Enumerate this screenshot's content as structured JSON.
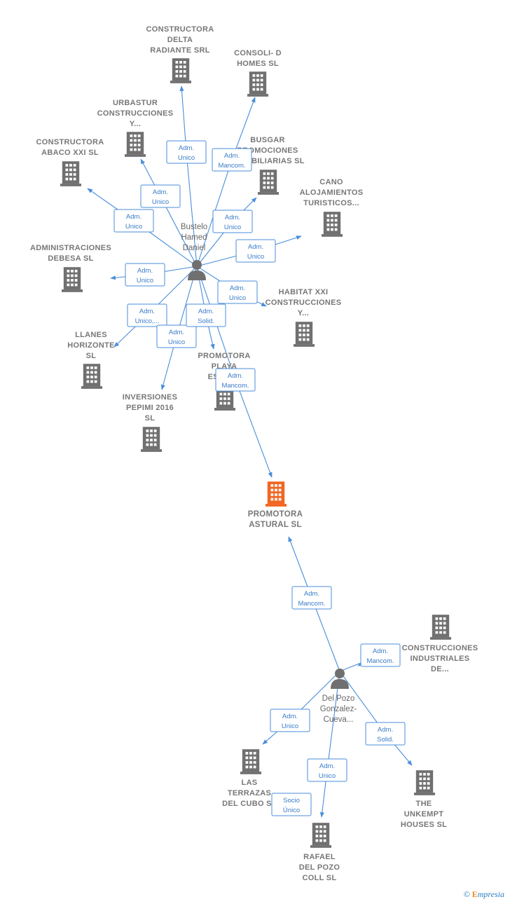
{
  "brand": {
    "copyright_symbol": "©",
    "name": "mpresia",
    "initial": "E"
  },
  "colors": {
    "edge": "#4a8edb",
    "building": "#707070",
    "focus_building": "#f26522",
    "person": "#707070"
  },
  "nodes": [
    {
      "id": "delta",
      "type": "company",
      "label": [
        "CONSTRUCTORA",
        "DELTA",
        "RADIANTE SRL"
      ]
    },
    {
      "id": "consoli",
      "type": "company",
      "label": [
        "CONSOLI- D",
        "HOMES  SL"
      ]
    },
    {
      "id": "urbastur",
      "type": "company",
      "label": [
        "URBASTUR",
        "CONSTRUCCIONES",
        "Y..."
      ]
    },
    {
      "id": "busgar",
      "type": "company",
      "label": [
        "BUSGAR",
        "PROMOCIONES",
        "INMOBILIARIAS SL"
      ]
    },
    {
      "id": "abaco",
      "type": "company",
      "label": [
        "CONSTRUCTORA",
        "ABACO XXI  SL"
      ]
    },
    {
      "id": "cano",
      "type": "company",
      "label": [
        "CANO",
        "ALOJAMIENTOS",
        "TURISTICOS..."
      ]
    },
    {
      "id": "debesa",
      "type": "company",
      "label": [
        "ADMINISTRACIONES",
        "DEBESA SL"
      ]
    },
    {
      "id": "habitat",
      "type": "company",
      "label": [
        "HABITAT XXI",
        "CONSTRUCCIONES",
        "Y..."
      ]
    },
    {
      "id": "llanes",
      "type": "company",
      "label": [
        "LLANES",
        "HORIZONTE",
        "SL"
      ]
    },
    {
      "id": "playa",
      "type": "company",
      "label": [
        "PROMOTORA",
        "PLAYA",
        "ESPAÑA"
      ]
    },
    {
      "id": "pepimi",
      "type": "company",
      "label": [
        "INVERSIONES",
        "PEPIMI 2016",
        "SL"
      ]
    },
    {
      "id": "astural",
      "type": "company",
      "focus": true,
      "label": [
        "PROMOTORA",
        "ASTURAL  SL"
      ]
    },
    {
      "id": "industriales",
      "type": "company",
      "label": [
        "CONSTRUCCIONES",
        "INDUSTRIALES",
        "DE..."
      ]
    },
    {
      "id": "terrazas",
      "type": "company",
      "label": [
        "LAS",
        "TERRAZAS",
        "DEL CUBO  SL"
      ]
    },
    {
      "id": "unkempt",
      "type": "company",
      "label": [
        "THE",
        "UNKEMPT",
        "HOUSES  SL"
      ]
    },
    {
      "id": "rafael",
      "type": "company",
      "label": [
        "RAFAEL",
        "DEL POZO",
        "COLL  SL"
      ]
    },
    {
      "id": "bustelo",
      "type": "person",
      "label": [
        "Bustelo",
        "Hamed",
        "Daniel"
      ]
    },
    {
      "id": "delpozo",
      "type": "person",
      "label": [
        "Del Pozo",
        "Gonzalez-",
        "Cueva..."
      ]
    }
  ],
  "relations": [
    {
      "from": "bustelo",
      "to": "delta",
      "label": [
        "Adm.",
        "Unico"
      ]
    },
    {
      "from": "bustelo",
      "to": "consoli",
      "label": [
        "Adm.",
        "Mancom."
      ]
    },
    {
      "from": "bustelo",
      "to": "urbastur",
      "label": [
        "Adm.",
        "Unico"
      ]
    },
    {
      "from": "bustelo",
      "to": "busgar",
      "label": [
        "Adm.",
        "Unico"
      ]
    },
    {
      "from": "bustelo",
      "to": "abaco",
      "label": [
        "Adm.",
        "Unico"
      ]
    },
    {
      "from": "bustelo",
      "to": "cano",
      "label": [
        "Adm.",
        "Unico"
      ]
    },
    {
      "from": "bustelo",
      "to": "debesa",
      "label": [
        "Adm.",
        "Unico"
      ]
    },
    {
      "from": "bustelo",
      "to": "habitat",
      "label": [
        "Adm.",
        "Unico"
      ]
    },
    {
      "from": "bustelo",
      "to": "llanes",
      "label": [
        "Adm.",
        "Unico,..."
      ]
    },
    {
      "from": "bustelo",
      "to": "pepimi",
      "label": [
        "Adm.",
        "Unico"
      ]
    },
    {
      "from": "bustelo",
      "to": "playa",
      "label": [
        "Adm.",
        "Solid."
      ]
    },
    {
      "from": "bustelo",
      "to": "astural",
      "label": [
        "Adm.",
        "Mancom."
      ]
    },
    {
      "from": "delpozo",
      "to": "astural",
      "label": [
        "Adm.",
        "Mancom."
      ]
    },
    {
      "from": "delpozo",
      "to": "industriales",
      "label": [
        "Adm.",
        "Mancom."
      ]
    },
    {
      "from": "delpozo",
      "to": "terrazas",
      "label": [
        "Adm.",
        "Unico"
      ]
    },
    {
      "from": "delpozo",
      "to": "unkempt",
      "label": [
        "Adm.",
        "Solid."
      ]
    },
    {
      "from": "delpozo",
      "to": "rafael",
      "label": [
        "Adm.",
        "Unico"
      ]
    },
    {
      "from": "delpozo",
      "to": "rafael",
      "label": [
        "Socio",
        "Único"
      ]
    }
  ]
}
